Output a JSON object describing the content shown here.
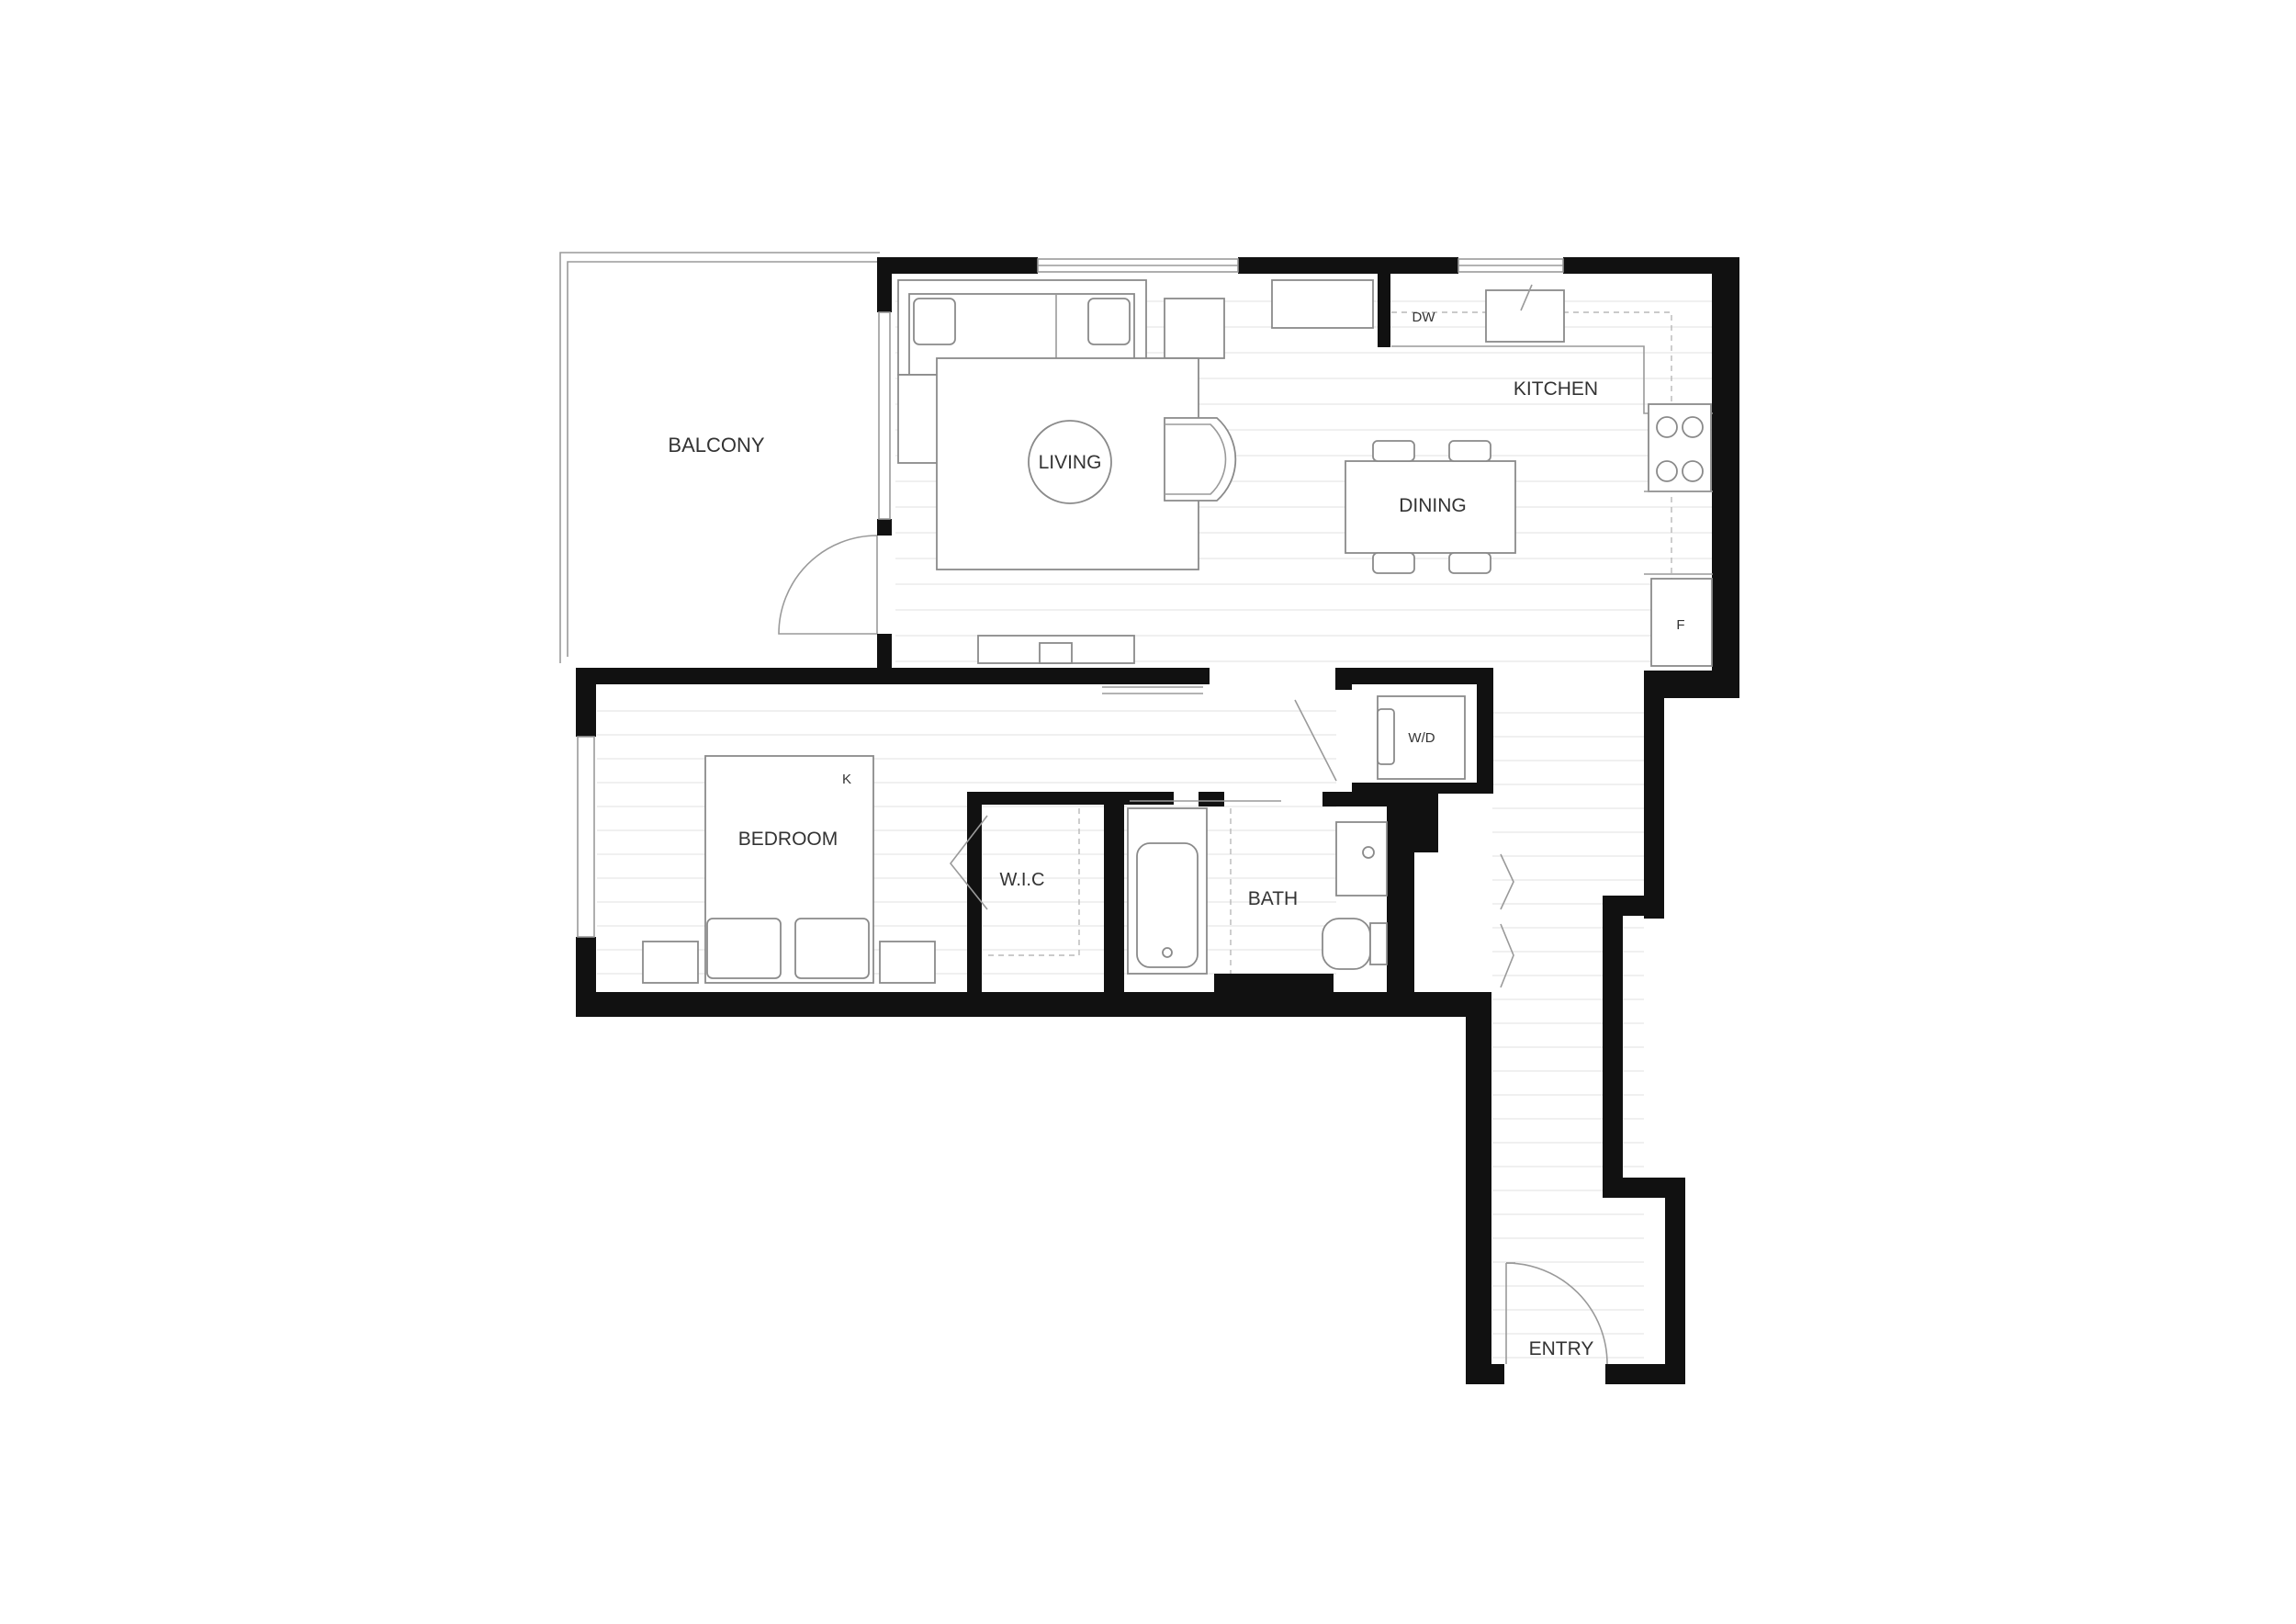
{
  "rooms": {
    "balcony": "BALCONY",
    "living": "LIVING",
    "kitchen": "KITCHEN",
    "dining": "DINING",
    "bedroom": "BEDROOM",
    "wic": "W.I.C",
    "bath": "BATH",
    "entry": "ENTRY"
  },
  "appliances": {
    "dishwasher": "DW",
    "washer_dryer": "W/D",
    "fridge": "F",
    "closet_mark": "K"
  },
  "colors": {
    "wall": "#111111",
    "fixture_line": "#8a8a8a",
    "background": "#ffffff"
  }
}
